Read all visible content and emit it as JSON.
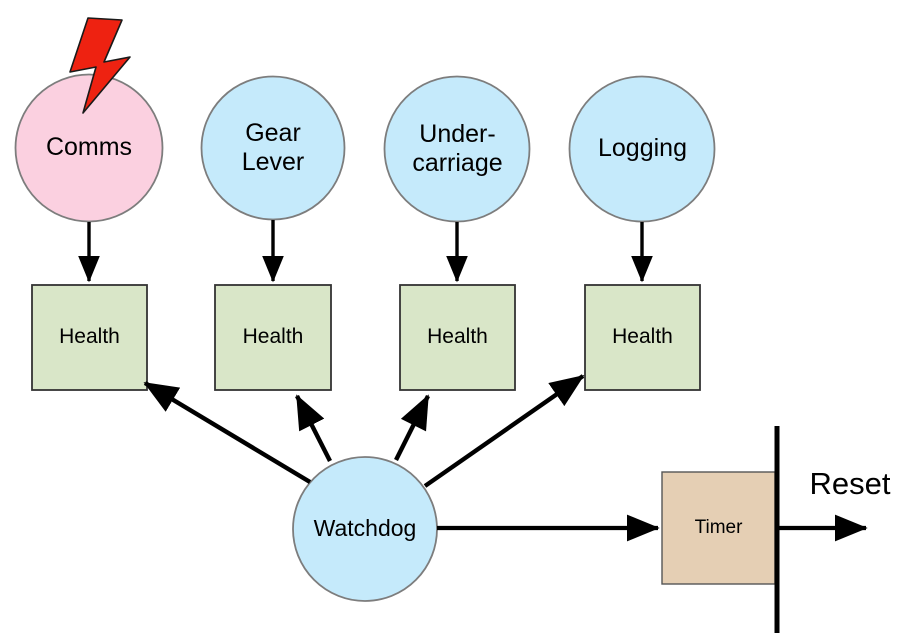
{
  "diagram": {
    "title": "Watchdog health monitoring diagram",
    "background": "#ffffff",
    "colors": {
      "circle_fill_blue": "#c5eafb",
      "circle_fill_pink": "#fbd0e0",
      "circle_stroke": "#7d7d7d",
      "box_fill_green": "#d9e6c8",
      "box_stroke": "#333333",
      "box_fill_tan": "#e5cfb4",
      "arrow": "#000000",
      "fault_bolt": "#ee2211"
    },
    "nodes": {
      "comms": {
        "label": "Comms",
        "shape": "circle",
        "fill": "#fbd0e0"
      },
      "gear_lever": {
        "label": "Gear\nLever",
        "shape": "circle",
        "fill": "#c5eafb"
      },
      "undercarriage": {
        "label": "Under-\ncarriage",
        "shape": "circle",
        "fill": "#c5eafb"
      },
      "logging": {
        "label": "Logging",
        "shape": "circle",
        "fill": "#c5eafb"
      },
      "health_1": {
        "label": "Health",
        "shape": "rect",
        "fill": "#d9e6c8"
      },
      "health_2": {
        "label": "Health",
        "shape": "rect",
        "fill": "#d9e6c8"
      },
      "health_3": {
        "label": "Health",
        "shape": "rect",
        "fill": "#d9e6c8"
      },
      "health_4": {
        "label": "Health",
        "shape": "rect",
        "fill": "#d9e6c8"
      },
      "watchdog": {
        "label": "Watchdog",
        "shape": "circle",
        "fill": "#c5eafb"
      },
      "timer": {
        "label": "Timer",
        "shape": "rect",
        "fill": "#e5cfb4"
      }
    },
    "annotations": {
      "reset": "Reset",
      "fault_icon": "lightning-bolt-icon"
    },
    "edges": [
      {
        "from": "comms",
        "to": "health_1",
        "style": "arrow"
      },
      {
        "from": "gear_lever",
        "to": "health_2",
        "style": "arrow"
      },
      {
        "from": "undercarriage",
        "to": "health_3",
        "style": "arrow"
      },
      {
        "from": "logging",
        "to": "health_4",
        "style": "arrow"
      },
      {
        "from": "watchdog",
        "to": "health_1",
        "style": "arrow"
      },
      {
        "from": "watchdog",
        "to": "health_2",
        "style": "arrow"
      },
      {
        "from": "watchdog",
        "to": "health_3",
        "style": "arrow"
      },
      {
        "from": "watchdog",
        "to": "health_4",
        "style": "arrow"
      },
      {
        "from": "watchdog",
        "to": "timer",
        "style": "arrow"
      },
      {
        "from": "timer",
        "to": "reset",
        "style": "arrow"
      }
    ]
  }
}
